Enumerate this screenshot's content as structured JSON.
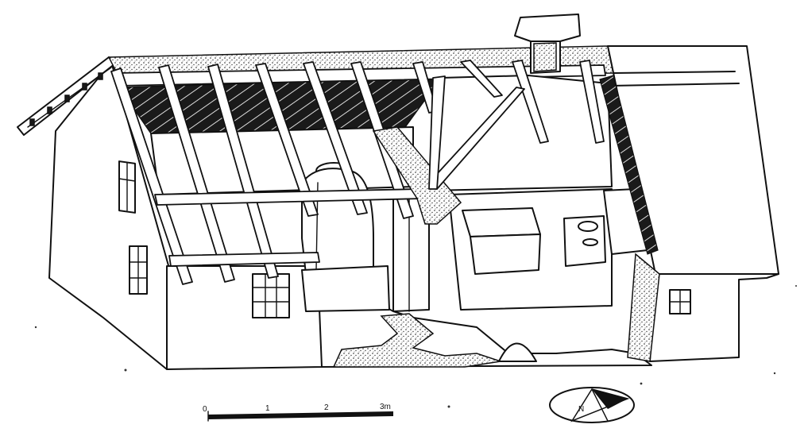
{
  "figure": {
    "subject": "cutaway-house-drawing",
    "scale_bar": {
      "ticks": [
        "0",
        "1",
        "2",
        "3m"
      ],
      "unit": "m"
    },
    "north_arrow": {
      "label": "N"
    }
  }
}
